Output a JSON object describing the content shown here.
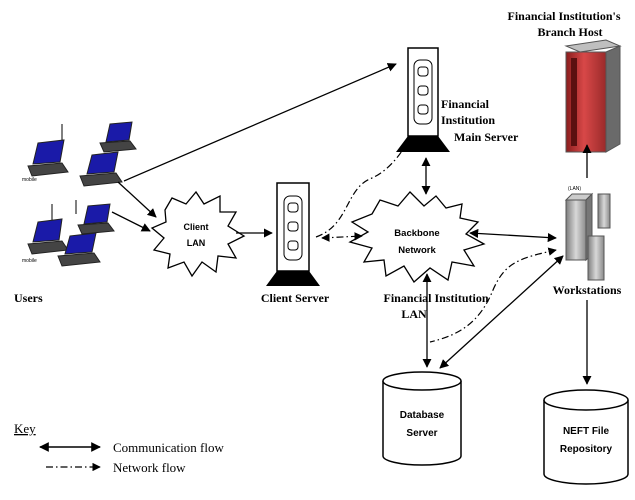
{
  "labels": {
    "users": "Users",
    "client_lan_line1": "Client",
    "client_lan_line2": "LAN",
    "client_server": "Client Server",
    "main_server_line1": "Financial",
    "main_server_line2": "Institution",
    "main_server_line3": "Main Server",
    "branch_host_line1": "Financial  Institution's",
    "branch_host_line2": "Branch Host",
    "backbone_line1": "Backbone",
    "backbone_line2": "Network",
    "fi_lan_line1": "Financial Institution",
    "fi_lan_line2": "LAN",
    "workstations": "Workstations",
    "workstations_lan_tag": "(LAN)",
    "database_line1": "Database",
    "database_line2": "Server",
    "neft_line1": "NEFT File",
    "neft_line2": "Repository",
    "laptop_tag": "mobile"
  },
  "key": {
    "title": "Key",
    "communication": "Communication flow",
    "network": "Network flow"
  },
  "colors": {
    "line": "#000000",
    "laptop_screen": "#1a1aa8",
    "laptop_body": "#3a3a3a",
    "branch_host": "#c03030",
    "workstation": "#9a9a9a"
  }
}
